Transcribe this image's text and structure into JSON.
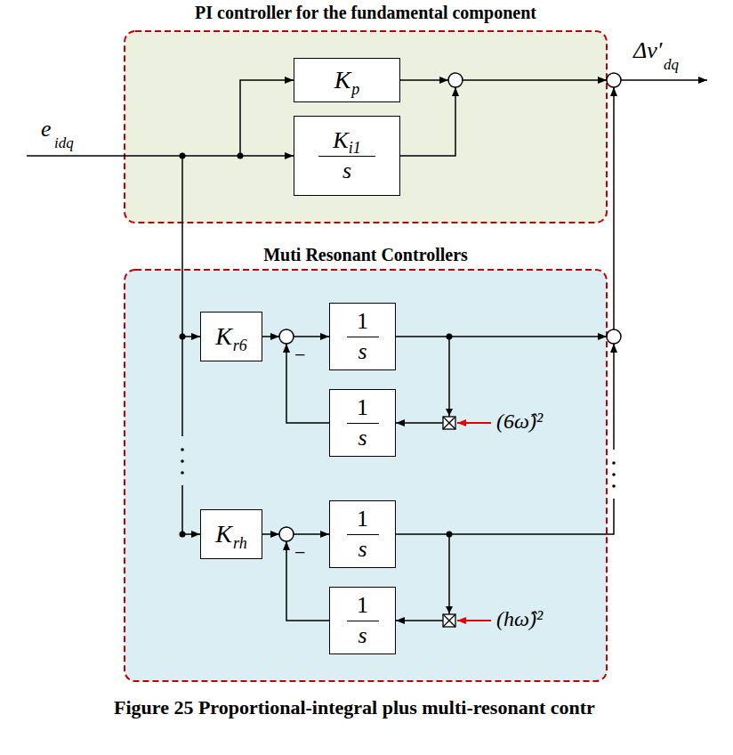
{
  "diagram": {
    "caption": "Figure 25 Proportional-integral plus multi-resonant contr",
    "nodes": [
      {
        "text": [
          "PI controller for the fundamental component"
        ]
      },
      {
        "text": [
          "K",
          "p"
        ],
        "in": 0
      },
      {
        "text": [
          "K",
          "i1",
          "s"
        ],
        "in": 0
      },
      {
        "text": [
          "Muti Resonant Controllers"
        ]
      },
      {
        "text": [
          "K",
          "r6"
        ],
        "in": 3
      },
      {
        "text": [
          "1",
          "s"
        ],
        "in": 3
      },
      {
        "text": [
          "1",
          "s"
        ],
        "in": 3
      },
      {
        "text": [
          "K",
          "rh"
        ],
        "in": 3
      },
      {
        "text": [
          "1",
          "s"
        ],
        "in": 3
      },
      {
        "text": [
          "1",
          "s"
        ],
        "in": 3
      }
    ],
    "edges": [
      {
        "from": 5,
        "to": 6,
        "arrow": "to"
      },
      {
        "from": 8,
        "to": 9,
        "arrow": "to"
      }
    ],
    "labels": [
      "e",
      "idq",
      "Δv′",
      "dq",
      "−",
      "(6ω̂)²",
      "−",
      "(hω̂)²"
    ]
  }
}
